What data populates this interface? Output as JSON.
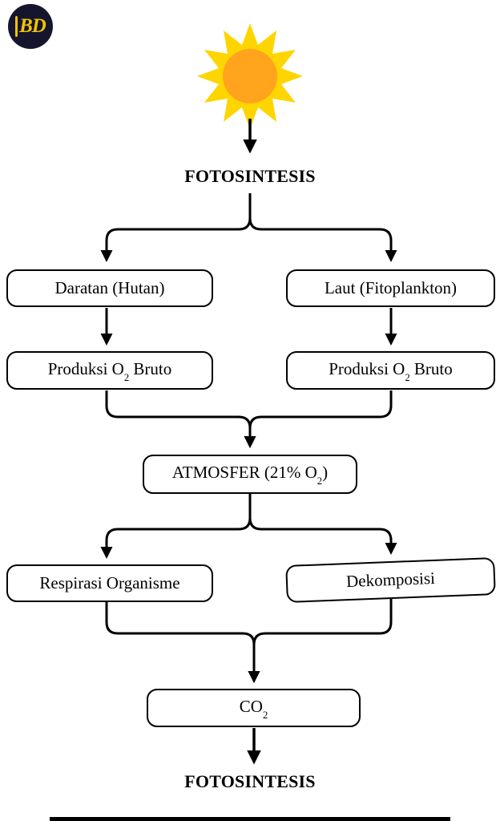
{
  "logo": {
    "text": "BD"
  },
  "flow": {
    "top_label": "FOTOSINTESIS",
    "bottom_label": "FOTOSINTESIS",
    "boxes": {
      "daratan": "Daratan (Hutan)",
      "laut": "Laut (Fitoplankton)",
      "produksi_left": {
        "pre": "Produksi O",
        "sub": "2",
        "post": " Bruto"
      },
      "produksi_right": {
        "pre": "Produksi O",
        "sub": "2",
        "post": " Bruto"
      },
      "atmosfer": {
        "pre": "ATMOSFER (21% O",
        "sub": "2",
        "post": ")"
      },
      "respirasi": "Respirasi Organisme",
      "dekomposisi": "Dekomposisi",
      "co2": {
        "pre": "CO",
        "sub": "2",
        "post": ""
      }
    }
  },
  "colors": {
    "sun_ray": "#FFD500",
    "sun_core": "#FFA41C",
    "line": "#000000",
    "logo_bg": "#15152e",
    "logo_fg": "#f0c400"
  }
}
